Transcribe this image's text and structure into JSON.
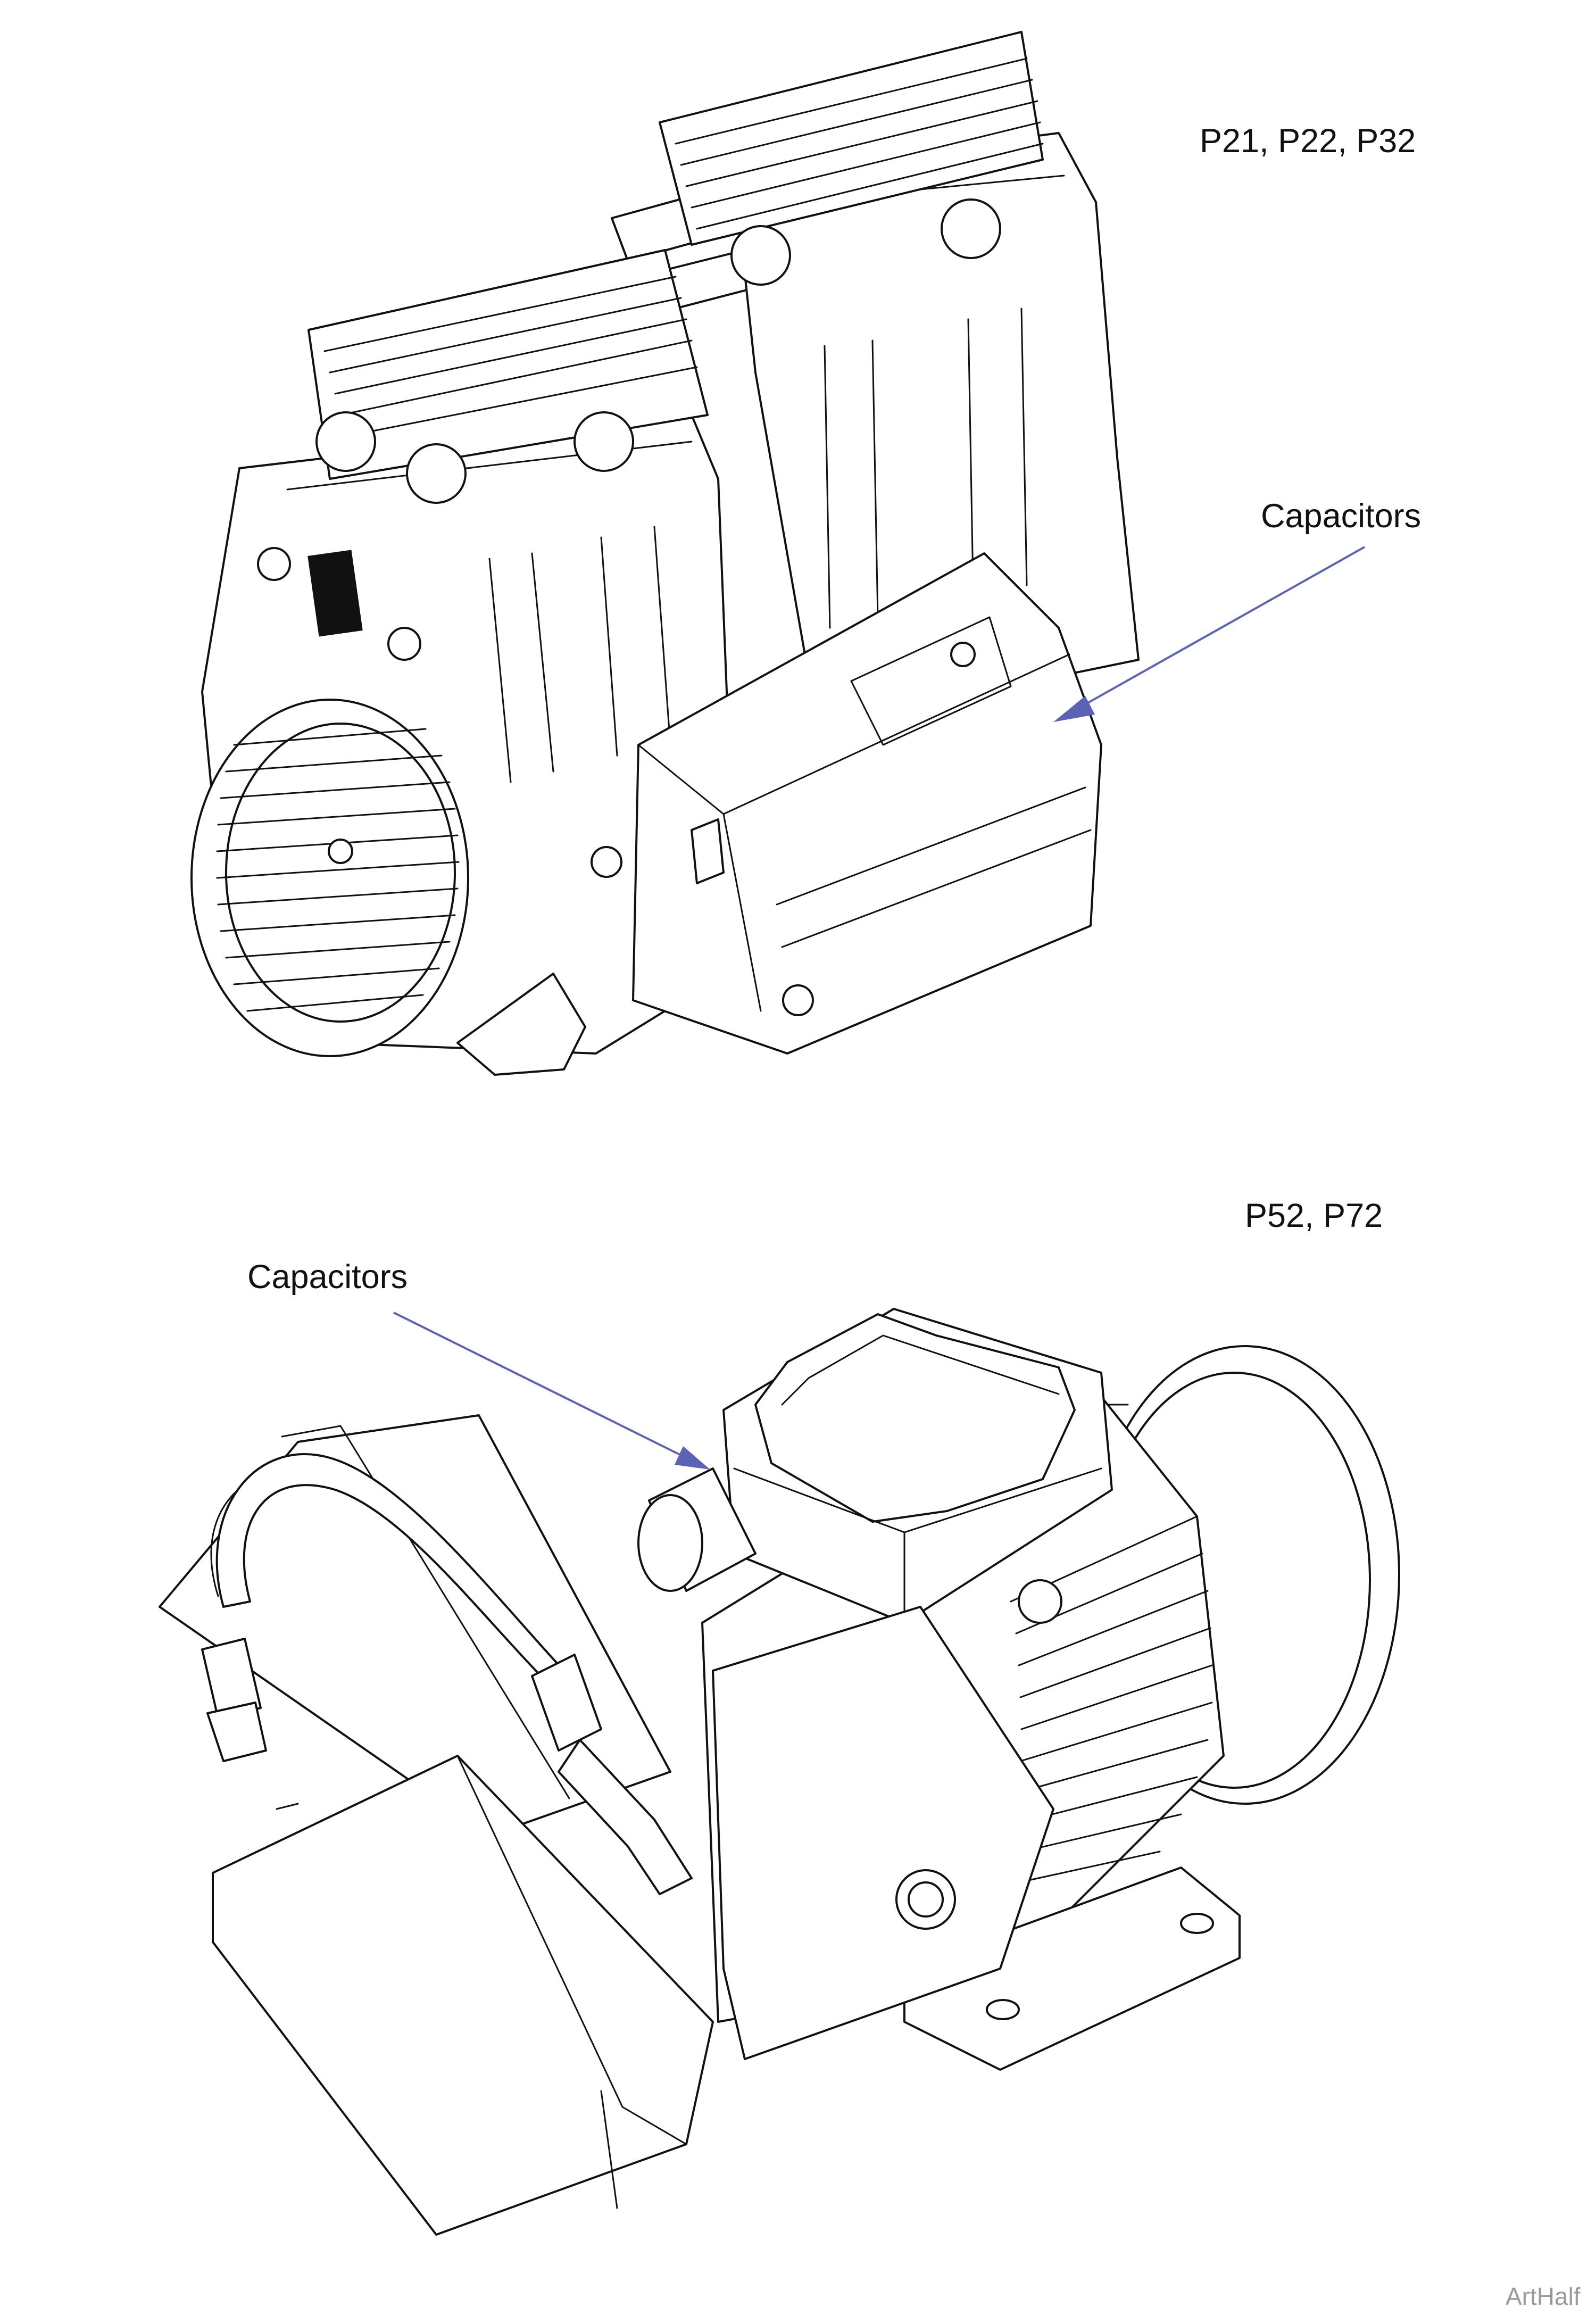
{
  "figure": {
    "top": {
      "model_label": "P21, P22, P32",
      "callout": "Capacitors"
    },
    "bottom": {
      "model_label": "P52, P72",
      "callout": "Capacitors"
    },
    "watermark": "ArtHalf"
  },
  "colors": {
    "leader": "#5b63b7",
    "ink": "#111111",
    "watermark": "#9a9a9a"
  }
}
